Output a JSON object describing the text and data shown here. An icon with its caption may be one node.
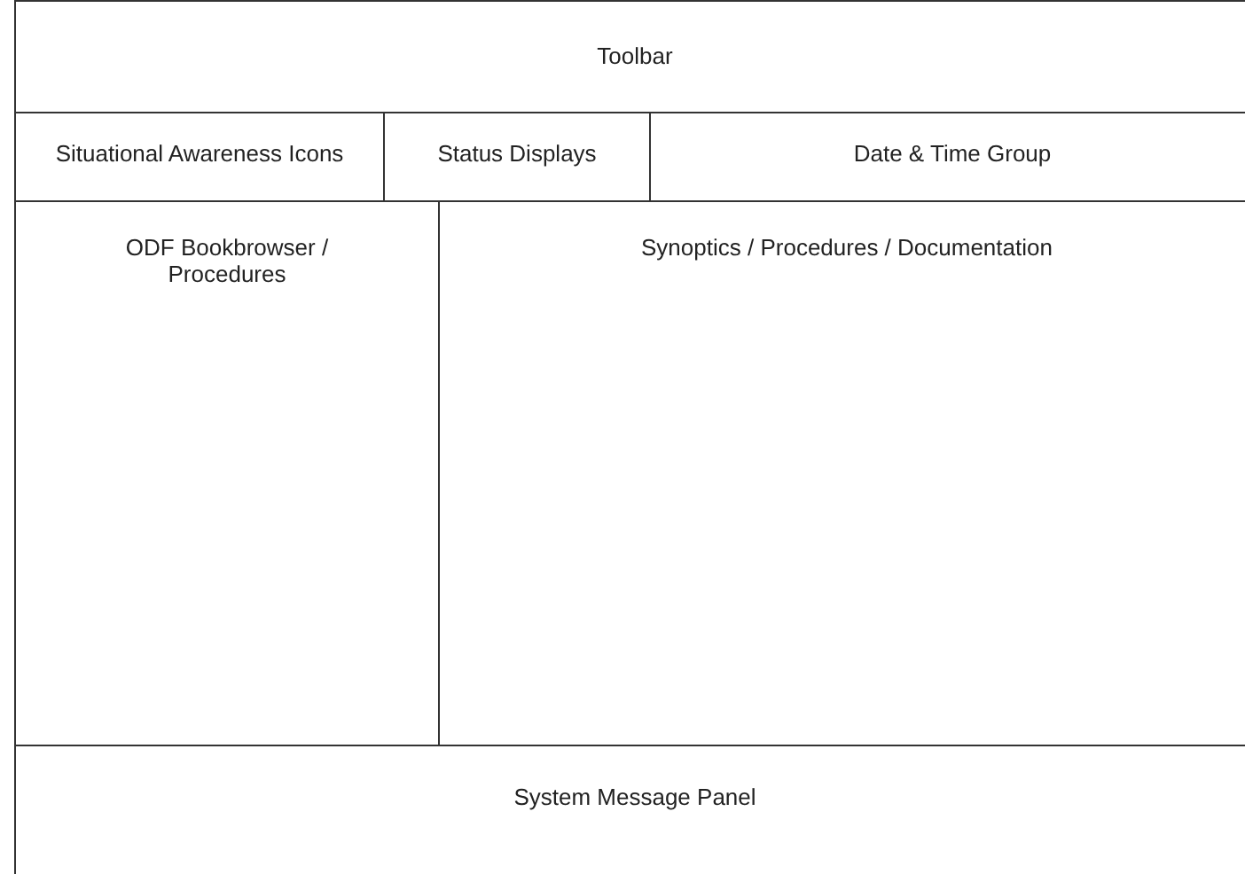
{
  "diagram": {
    "nodes": [
      {
        "text": [
          "Toolbar"
        ]
      },
      {
        "text": [
          "Situational Awareness Icons"
        ]
      },
      {
        "text": [
          "Status Displays"
        ]
      },
      {
        "text": [
          "Date & Time Group"
        ]
      },
      {
        "text": [
          "ODF Bookbrowser / Procedures"
        ]
      },
      {
        "text": [
          "Synoptics / Procedures / Documentation"
        ]
      },
      {
        "text": [
          "System Message Panel"
        ]
      }
    ]
  }
}
